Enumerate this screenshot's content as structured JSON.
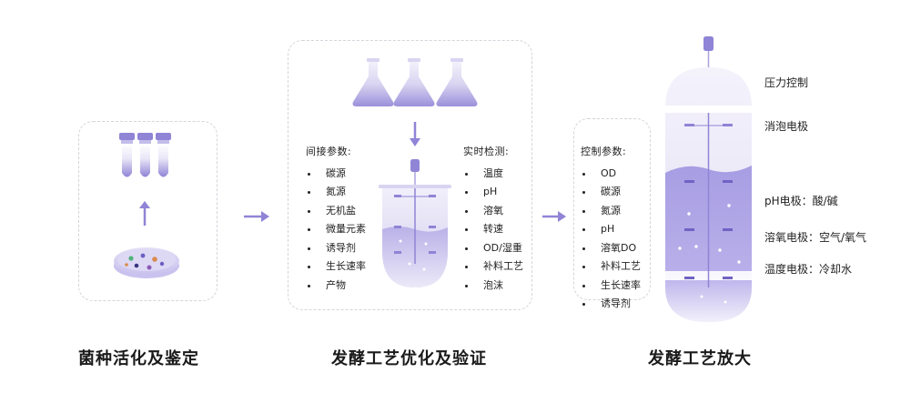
{
  "colors": {
    "accent": "#8f84d6",
    "accent_dark": "#6f63c4",
    "light_fill": "#e6e3f6",
    "border": "#d4d4dc",
    "line": "#cfcbe6"
  },
  "stage1": {
    "title": "菌种活化及鉴定"
  },
  "stage2": {
    "title": "发酵工艺优化及验证",
    "indirect": {
      "header": "间接参数:",
      "items": [
        "碳源",
        "氮源",
        "无机盐",
        "微量元素",
        "诱导剂",
        "生长速率",
        "产物"
      ]
    },
    "realtime": {
      "header": "实时检测:",
      "items": [
        "温度",
        "pH",
        "溶氧",
        "转速",
        "OD/湿重",
        "补料工艺",
        "泡沫"
      ]
    }
  },
  "stage3": {
    "title": "发酵工艺放大",
    "control": {
      "header": "控制参数:",
      "items": [
        "OD",
        "碳源",
        "氮源",
        "pH",
        "溶氧DO",
        "补料工艺",
        "生长速率",
        "诱导剂"
      ]
    },
    "labels": {
      "pressure": "压力控制",
      "defoam": "消泡电极",
      "ph": "pH电极：酸/碱",
      "do": "溶氧电极：空气/氧气",
      "temp": "温度电极：冷却水"
    }
  }
}
